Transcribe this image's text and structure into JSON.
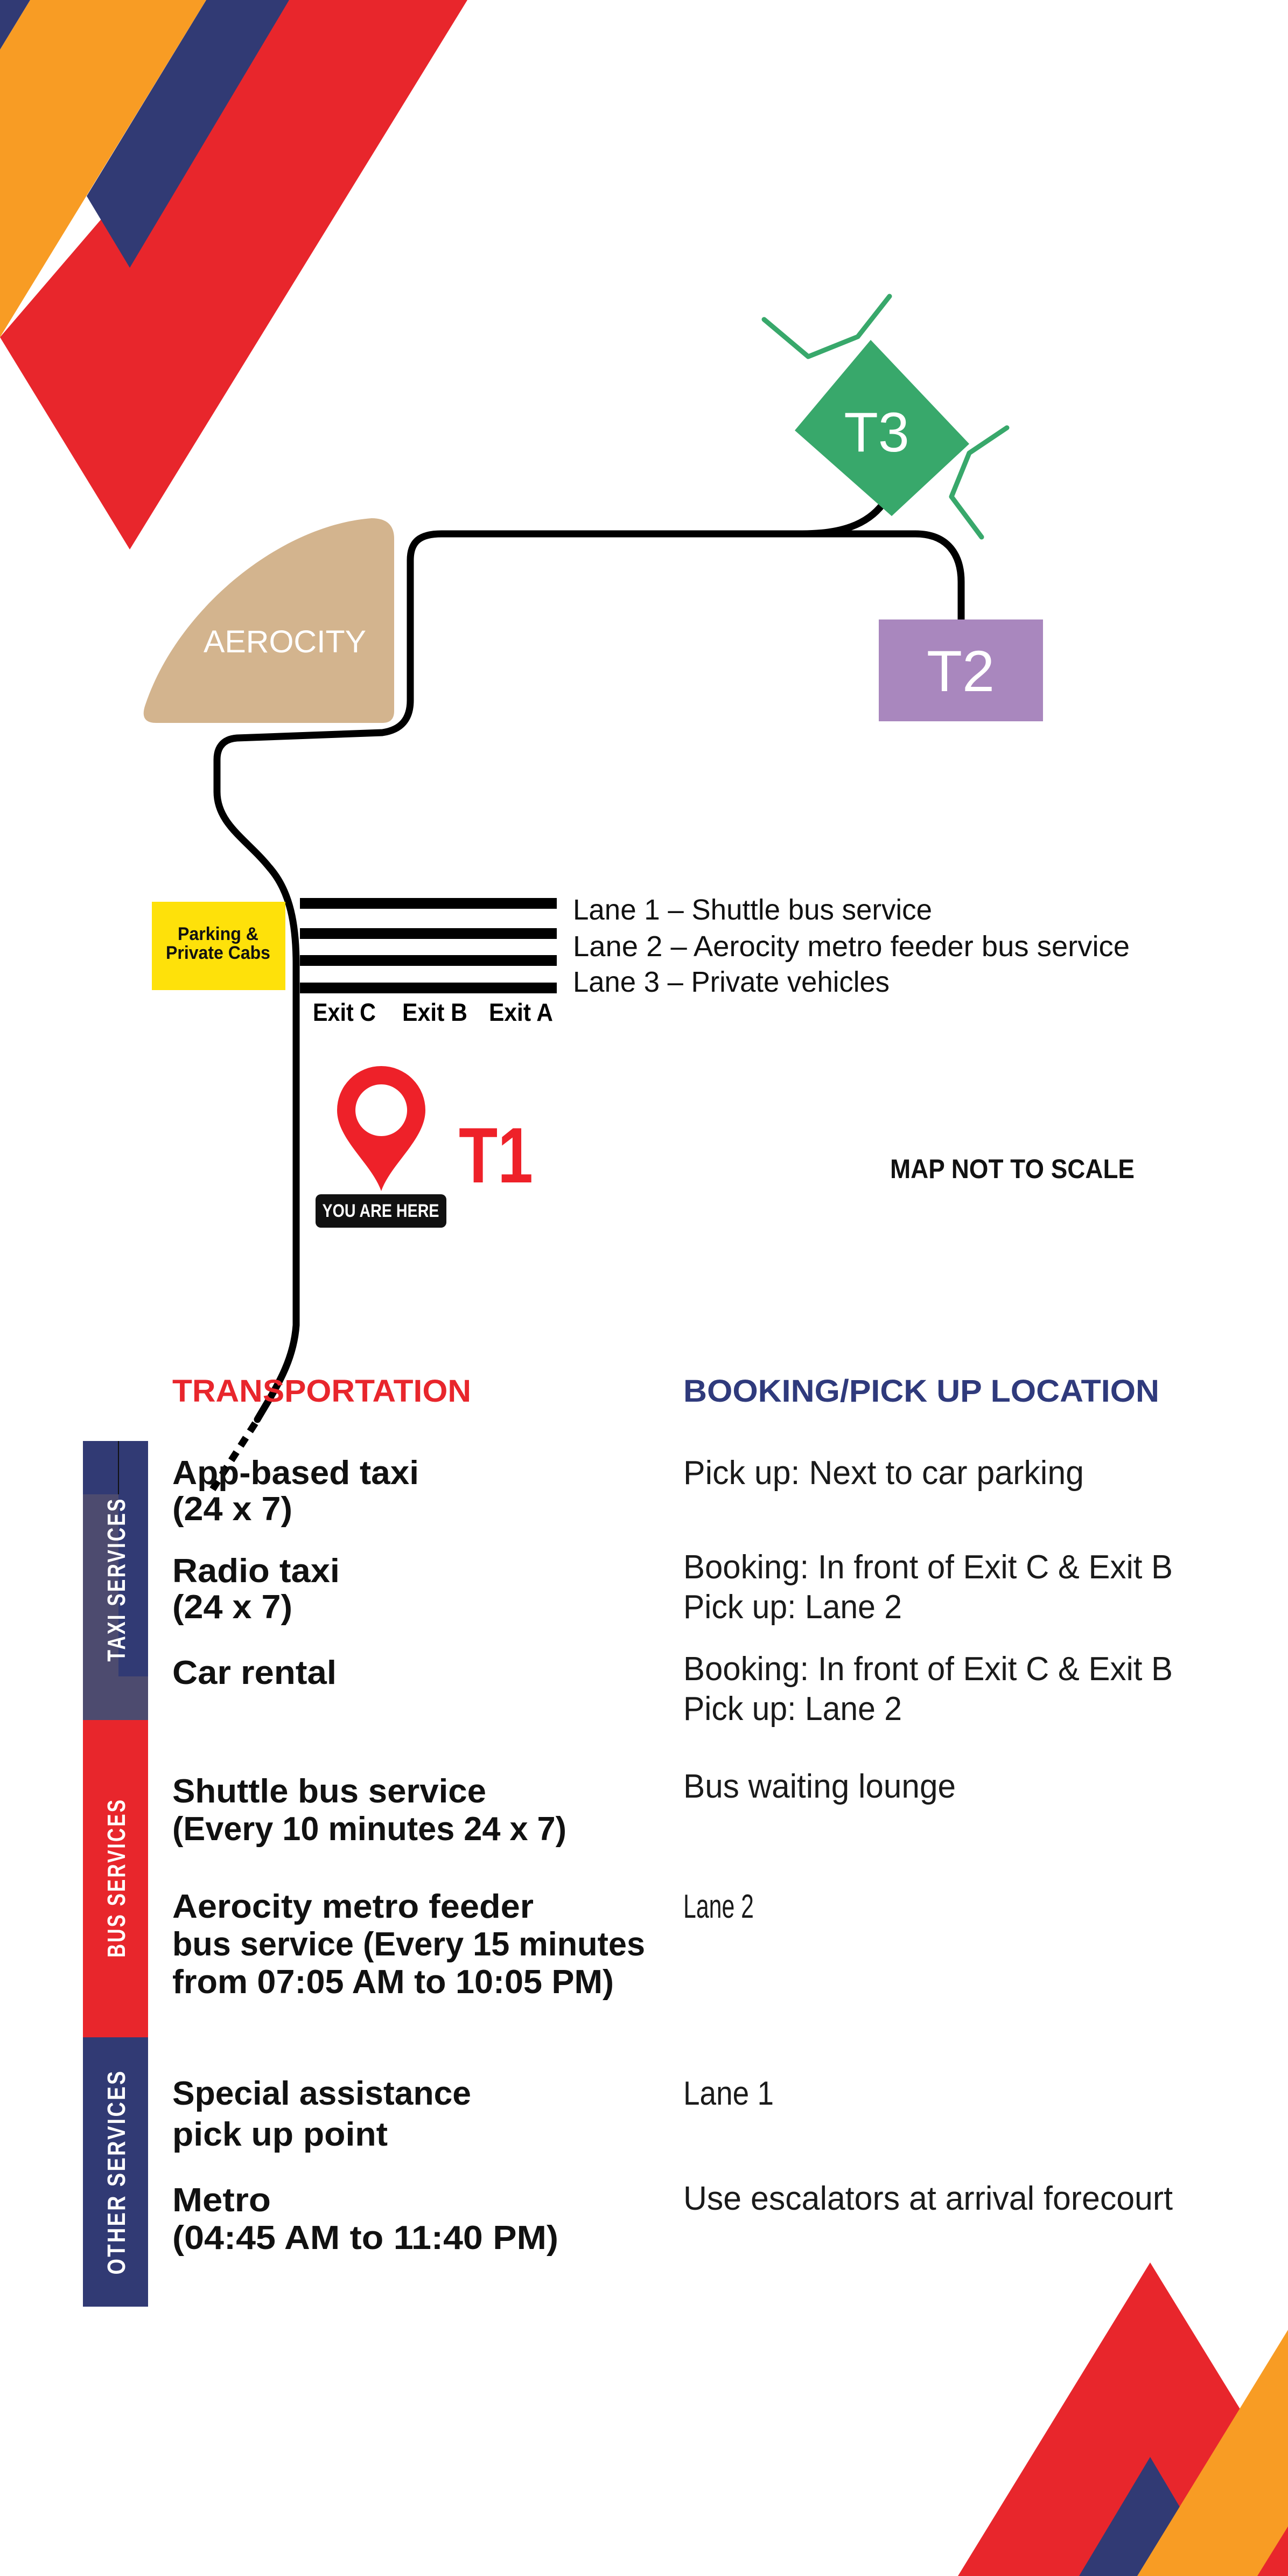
{
  "colors": {
    "red": "#E8262C",
    "navy": "#313A74",
    "orange": "#F89C24",
    "yellow": "#FEE10A",
    "green": "#38A86B",
    "purple": "#A987BE",
    "tan": "#D3B48E",
    "header_navy": "#2F3A7C"
  },
  "map": {
    "aerocity": "AEROCITY",
    "t3": "T3",
    "t2": "T2",
    "t1": "T1",
    "parking": {
      "line1": "Parking &",
      "line2": "Private Cabs"
    },
    "lanes": [
      "Lane 1 – Shuttle bus service",
      "Lane 2 – Aerocity metro feeder bus service",
      "Lane 3 – Private vehicles"
    ],
    "exits": [
      "Exit C",
      "Exit B",
      "Exit A"
    ],
    "you_are_here": "YOU ARE HERE",
    "scale_note": "MAP NOT TO SCALE"
  },
  "table": {
    "header_transport": "TRANSPORTATION",
    "header_location": "BOOKING/PICK UP LOCATION",
    "sections": [
      "TAXI SERVICES",
      "BUS SERVICES",
      "OTHER  SERVICES"
    ],
    "rows": [
      {
        "name": [
          "App-based taxi",
          "(24 x 7)"
        ],
        "location": [
          "Pick up: Next to car parking"
        ]
      },
      {
        "name": [
          "Radio taxi",
          "(24 x 7)"
        ],
        "location": [
          "Booking: In front of Exit C & Exit B",
          "Pick up: Lane 2"
        ]
      },
      {
        "name": [
          "Car rental"
        ],
        "location": [
          "Booking: In front of Exit C & Exit B",
          "Pick up: Lane 2"
        ]
      },
      {
        "name": [
          "Shuttle bus service",
          "(Every 10 minutes 24 x 7)"
        ],
        "location": [
          "Bus waiting lounge"
        ]
      },
      {
        "name": [
          "Aerocity metro feeder",
          "bus service (Every 15 minutes",
          "from 07:05 AM to 10:05 PM)"
        ],
        "location": [
          "Lane 2"
        ]
      },
      {
        "name": [
          "Special assistance",
          "pick up point"
        ],
        "location": [
          "Lane 1"
        ]
      },
      {
        "name": [
          "Metro",
          "(04:45 AM to 11:40 PM)"
        ],
        "location": [
          "Use escalators at arrival forecourt"
        ]
      }
    ]
  }
}
